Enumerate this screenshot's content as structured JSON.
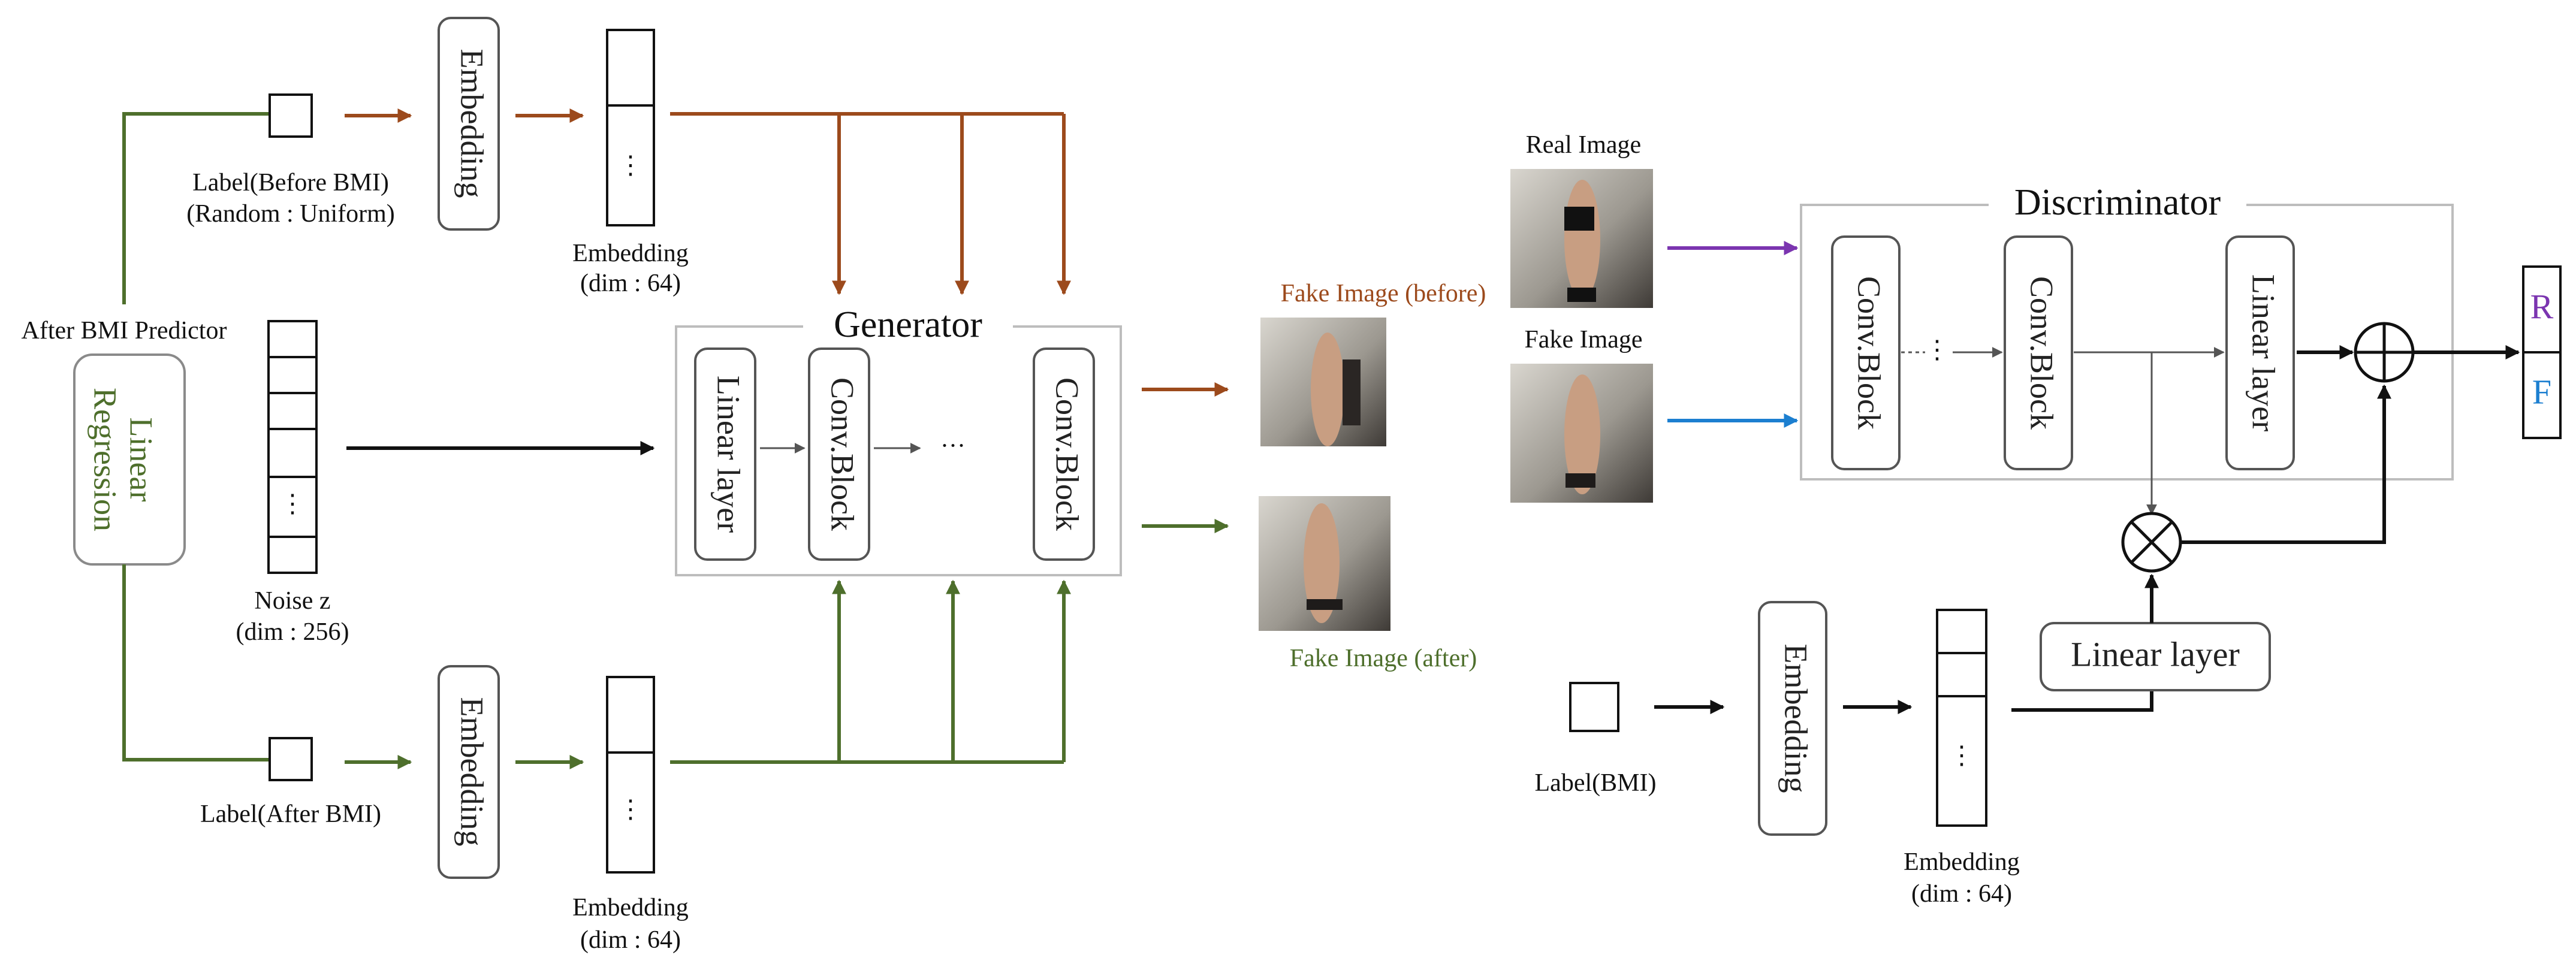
{
  "labels": {
    "after_bmi_predictor": "After BMI Predictor",
    "linear_regression_line1": "Linear",
    "linear_regression_line2": "Regression",
    "label_before_line1": "Label(Before BMI)",
    "label_before_line2": "(Random : Uniform)",
    "label_after": "Label(After BMI)",
    "noise_line1": "Noise z",
    "noise_line2": "(dim : 256)",
    "embedding_block": "Embedding",
    "embedding_caption_line1": "Embedding",
    "embedding_caption_line2": "(dim : 64)",
    "vector_dots": "⋮",
    "generator_title": "Generator",
    "linear_layer": "Linear layer",
    "conv_block": "Conv.Block",
    "h_ellipsis": "···",
    "v_ellipsis": "⋮",
    "fake_before": "Fake Image (before)",
    "fake_after": "Fake Image (after)",
    "real_image": "Real Image",
    "fake_image": "Fake Image",
    "discriminator_title": "Discriminator",
    "label_bmi": "Label(BMI)",
    "output_r": "R",
    "output_f": "F"
  },
  "colors": {
    "before_path": "#9c4a1c",
    "after_path": "#4e6f2c",
    "real_path": "#7b35b0",
    "fake_path": "#1c7fd0",
    "output_r": "#7b35b0",
    "output_f": "#1c7fd0"
  }
}
